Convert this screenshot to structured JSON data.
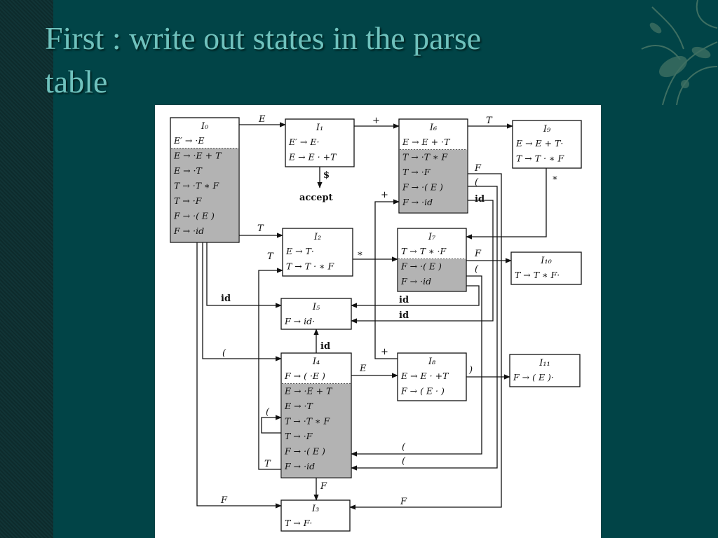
{
  "slide": {
    "title_line1": "First : write out states in the parse",
    "title_line2": "table"
  },
  "colors": {
    "background": "#014447",
    "title": "#6fc2bd",
    "shading": "#b3b3b3"
  },
  "diagram": {
    "states": [
      {
        "id": "I0",
        "label": "I₀",
        "items": [
          "E′ → ·E",
          "E → ·E + T",
          "E → ·T",
          "T → ·T ∗ F",
          "T → ·F",
          "F → ·( E )",
          "F → ·id"
        ],
        "kernel": 1
      },
      {
        "id": "I1",
        "label": "I₁",
        "items": [
          "E′ → E·",
          "E → E · +T"
        ],
        "kernel": 2
      },
      {
        "id": "I2",
        "label": "I₂",
        "items": [
          "E → T·",
          "T → T · ∗ F"
        ],
        "kernel": 2
      },
      {
        "id": "I3",
        "label": "I₃",
        "items": [
          "T → F·"
        ],
        "kernel": 1
      },
      {
        "id": "I4",
        "label": "I₄",
        "items": [
          "F → ( ·E )",
          "E → ·E + T",
          "E → ·T",
          "T → ·T ∗ F",
          "T → ·F",
          "F → ·( E )",
          "F → ·id"
        ],
        "kernel": 1
      },
      {
        "id": "I5",
        "label": "I₅",
        "items": [
          "F → id·"
        ],
        "kernel": 1
      },
      {
        "id": "I6",
        "label": "I₆",
        "items": [
          "E → E + ·T",
          "T → ·T ∗ F",
          "T → ·F",
          "F → ·( E )",
          "F → ·id"
        ],
        "kernel": 1
      },
      {
        "id": "I7",
        "label": "I₇",
        "items": [
          "T → T ∗ ·F",
          "F → ·( E )",
          "F → ·id"
        ],
        "kernel": 1
      },
      {
        "id": "I8",
        "label": "I₈",
        "items": [
          "E → E · +T",
          "F → ( E · )"
        ],
        "kernel": 2
      },
      {
        "id": "I9",
        "label": "I₉",
        "items": [
          "E → E + T·",
          "T → T · ∗ F"
        ],
        "kernel": 2
      },
      {
        "id": "I10",
        "label": "I₁₀",
        "items": [
          "T → T ∗ F·"
        ],
        "kernel": 1
      },
      {
        "id": "I11",
        "label": "I₁₁",
        "items": [
          "F → ( E )·"
        ],
        "kernel": 1
      }
    ],
    "accept_label": "accept",
    "edge_labels": {
      "E": "E",
      "T": "T",
      "F": "F",
      "id": "id",
      "lparen": "(",
      "rparen": ")",
      "plus": "+",
      "star": "∗",
      "dollar": "$"
    }
  }
}
